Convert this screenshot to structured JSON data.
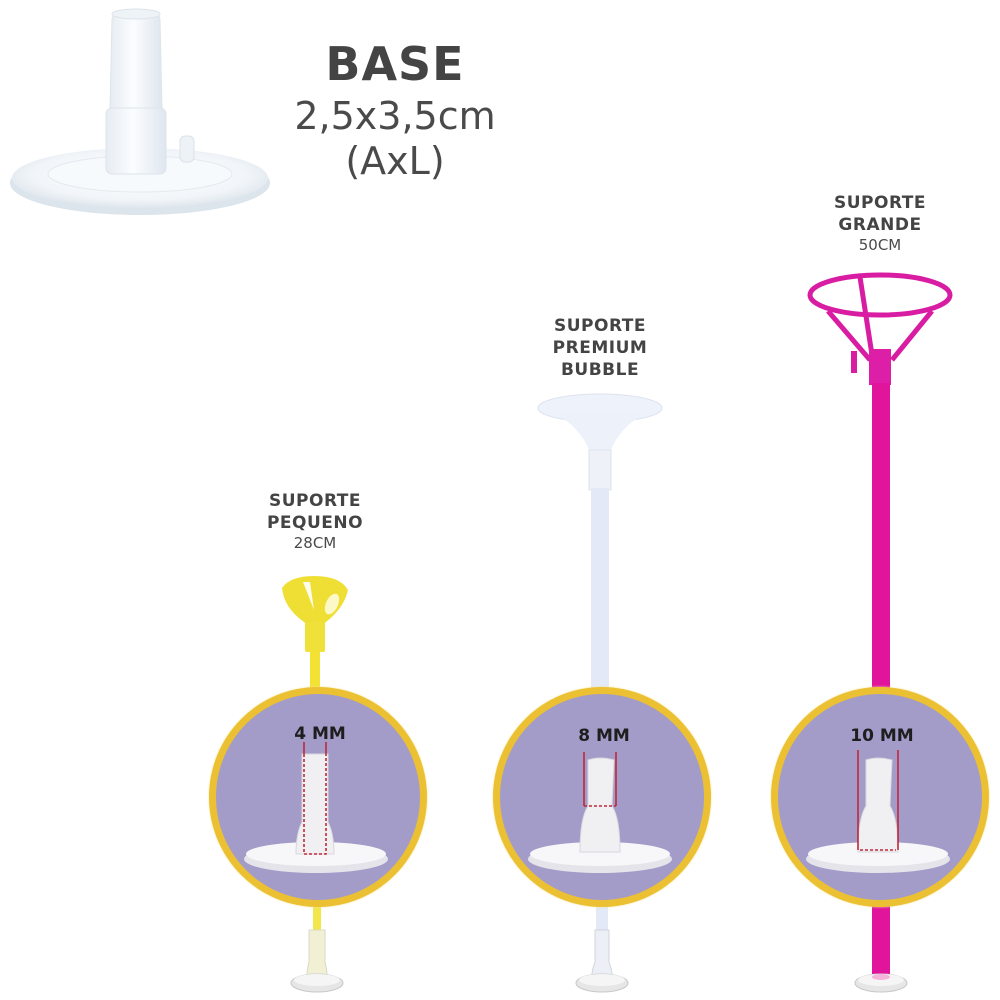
{
  "base": {
    "title": "BASE",
    "dimensions": "2,5x3,5cm",
    "unit_note": "(AxL)",
    "image": "clear-plastic-base-photo"
  },
  "products": [
    {
      "id": "pequeno",
      "title_line1": "SUPORTE",
      "title_line2": "PEQUENO",
      "size": "28CM",
      "stem_color": "#f3e233",
      "cup_shape": "yellow-cup-icon",
      "diameter_label": "4 MM"
    },
    {
      "id": "premium-bubble",
      "title_line1": "SUPORTE",
      "title_line2": "PREMIUM",
      "title_line3": "BUBBLE",
      "size": "",
      "stem_color": "#e3e9f7",
      "cup_shape": "white-disc-cup-icon",
      "diameter_label": "8 MM"
    },
    {
      "id": "grande",
      "title_line1": "SUPORTE",
      "title_line2": "GRANDE",
      "size": "50CM",
      "stem_color": "#e0159b",
      "cup_shape": "pink-ring-cup-icon",
      "diameter_label": "10 MM"
    }
  ],
  "colors": {
    "circle_fill": "#a39cc9",
    "circle_border": "#ebc032",
    "measure_line": "#c0283a",
    "text": "#444444"
  }
}
